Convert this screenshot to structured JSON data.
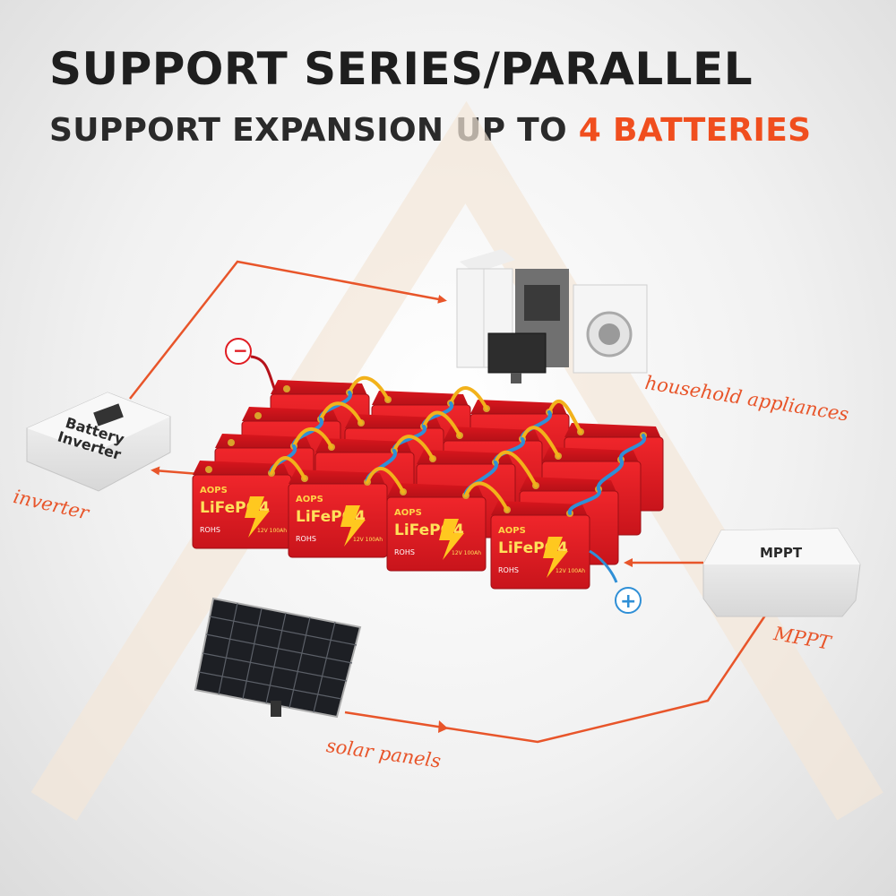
{
  "header": {
    "title": "SUPPORT SERIES/PARALLEL",
    "subtitle_prefix": "SUPPORT EXPANSION UP TO ",
    "subtitle_highlight": "4 BATTERIES"
  },
  "labels": {
    "household": "household appliances",
    "inverter": "inverter",
    "mppt": "MPPT",
    "solar": "solar panels"
  },
  "devices": {
    "inverter_line1": "Battery",
    "inverter_line2": "Inverter",
    "mppt_box": "MPPT"
  },
  "battery": {
    "brand": "AOPS",
    "chemistry": "LiFePO4",
    "rating": "12V 100Ah",
    "cert": "ROHS"
  },
  "terminals": {
    "negative": "−",
    "positive": "+"
  },
  "colors": {
    "accent": "#f04e1e",
    "battery_red": "#e01c22",
    "battery_dark": "#b5121a",
    "wire_blue": "#2f8fd6",
    "wire_yellow": "#f2b21b"
  }
}
